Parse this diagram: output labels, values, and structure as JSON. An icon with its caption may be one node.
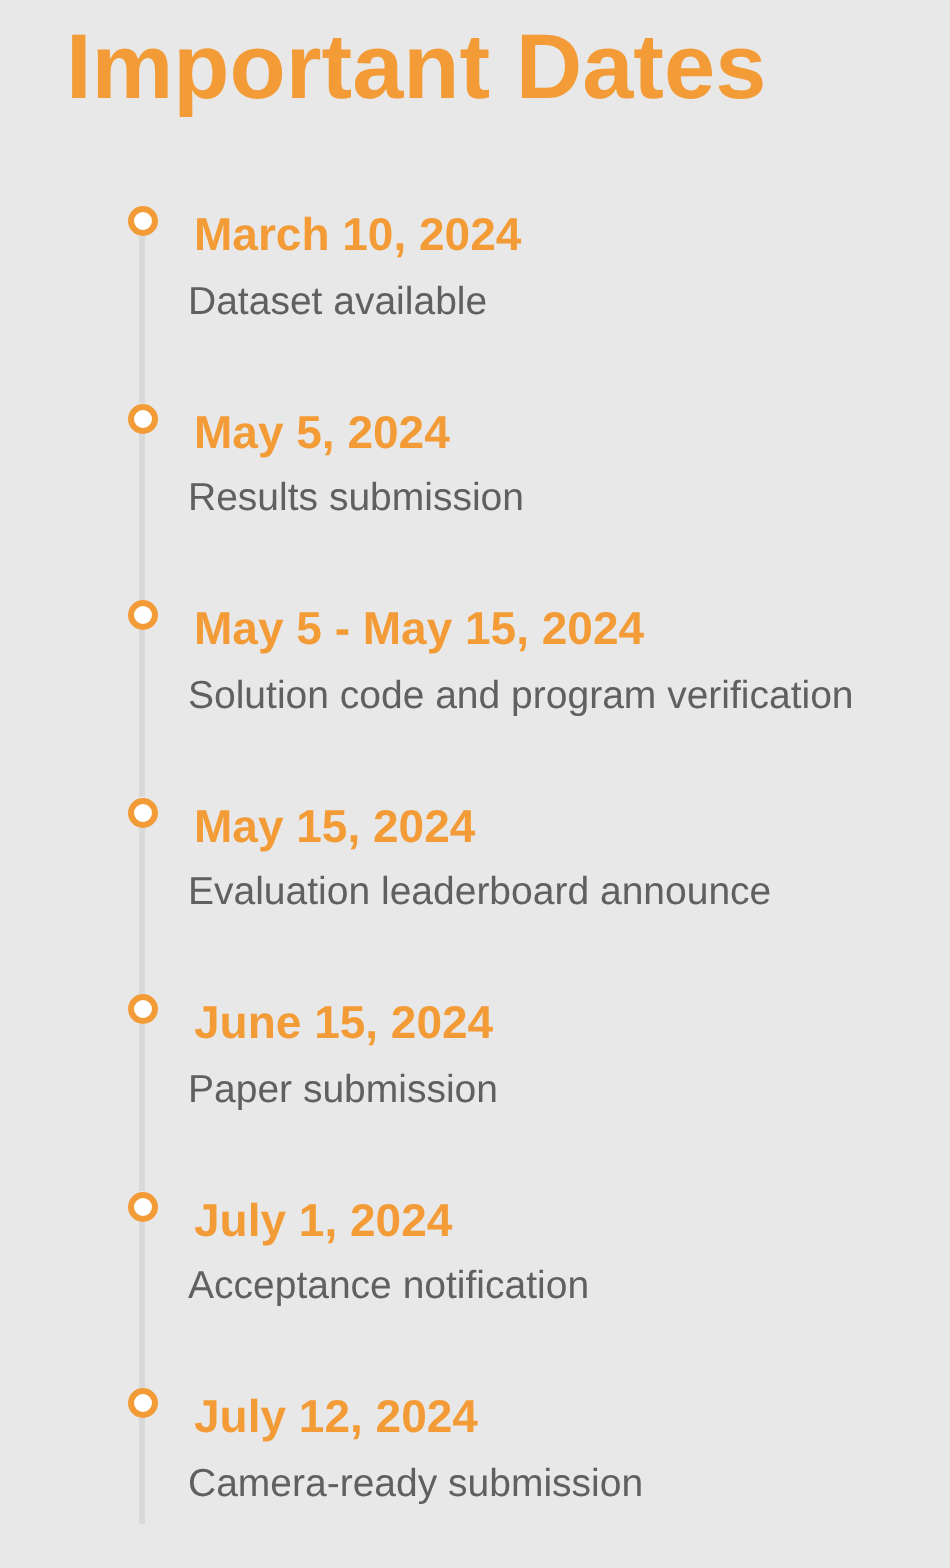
{
  "diagram": {
    "title": "Important Dates",
    "nodes": [
      {
        "text": [],
        "shape": "circle",
        "beside": [
          "March 10, 2024",
          "Dataset available"
        ]
      },
      {
        "text": [],
        "shape": "circle",
        "beside": [
          "May 5, 2024",
          "Results submission"
        ]
      },
      {
        "text": [],
        "shape": "circle",
        "beside": [
          "May 5 - May 15, 2024",
          "Solution code and program verification"
        ]
      },
      {
        "text": [],
        "shape": "circle",
        "beside": [
          "May 15, 2024",
          "Evaluation leaderboard announce"
        ]
      },
      {
        "text": [],
        "shape": "circle",
        "beside": [
          "June 15, 2024",
          "Paper submission"
        ]
      },
      {
        "text": [],
        "shape": "circle",
        "beside": [
          "July 1, 2024",
          "Acceptance notification"
        ]
      },
      {
        "text": [],
        "shape": "circle",
        "beside": [
          "July 12, 2024",
          "Camera-ready submission"
        ]
      }
    ],
    "edges": [
      {
        "from": 0,
        "to": 1,
        "arrow": "none"
      },
      {
        "from": 1,
        "to": 2,
        "arrow": "none"
      },
      {
        "from": 2,
        "to": 3,
        "arrow": "none"
      },
      {
        "from": 3,
        "to": 4,
        "arrow": "none"
      },
      {
        "from": 4,
        "to": 5,
        "arrow": "none"
      },
      {
        "from": 5,
        "to": 6,
        "arrow": "none"
      },
      {
        "from": 6,
        "to": null,
        "arrow": "none"
      }
    ]
  }
}
